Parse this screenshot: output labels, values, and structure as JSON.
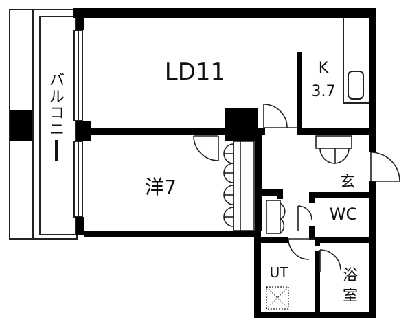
{
  "rooms": {
    "ld": {
      "label": "LD11"
    },
    "kitchen": {
      "label_line1": "K",
      "label_line2": "3.7"
    },
    "western": {
      "label": "洋7"
    },
    "balcony": {
      "label": "バルコニー"
    },
    "entrance": {
      "label": "玄"
    },
    "toilet": {
      "label": "WC"
    },
    "utility": {
      "label": "UT"
    },
    "bath": {
      "label_line1": "浴",
      "label_line2": "室"
    }
  },
  "colors": {
    "wall": "#000000",
    "line": "#222222",
    "background": "#ffffff"
  },
  "icons": {
    "sink": "sink-icon",
    "washer": "washer-pan-icon",
    "doors": "door-swing-icon",
    "closet": "closet-door-icon"
  }
}
